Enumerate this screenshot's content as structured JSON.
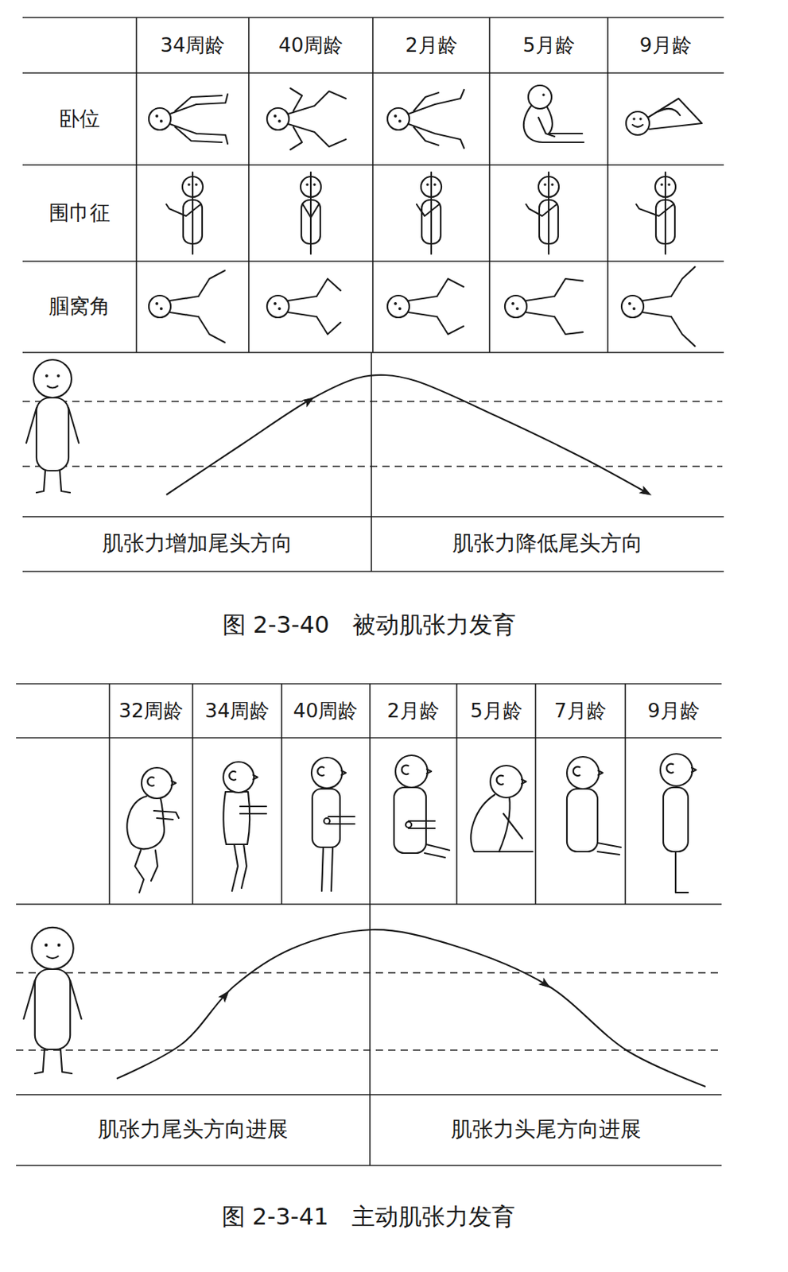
{
  "diagram": {
    "labels": [
      "34周龄",
      "40周龄",
      "2月龄",
      "5月龄",
      "9月龄",
      "卧位",
      "围巾征",
      "腘窝角",
      "肌张力增加尾头方向",
      "肌张力降低尾头方向",
      "图 2-3-40　被动肌张力发育",
      "32周龄",
      "34周龄",
      "40周龄",
      "2月龄",
      "5月龄",
      "7月龄",
      "9月龄",
      "肌张力尾头方向进展",
      "肌张力头尾方向进展",
      "图 2-3-41　主动肌张力发育"
    ]
  }
}
